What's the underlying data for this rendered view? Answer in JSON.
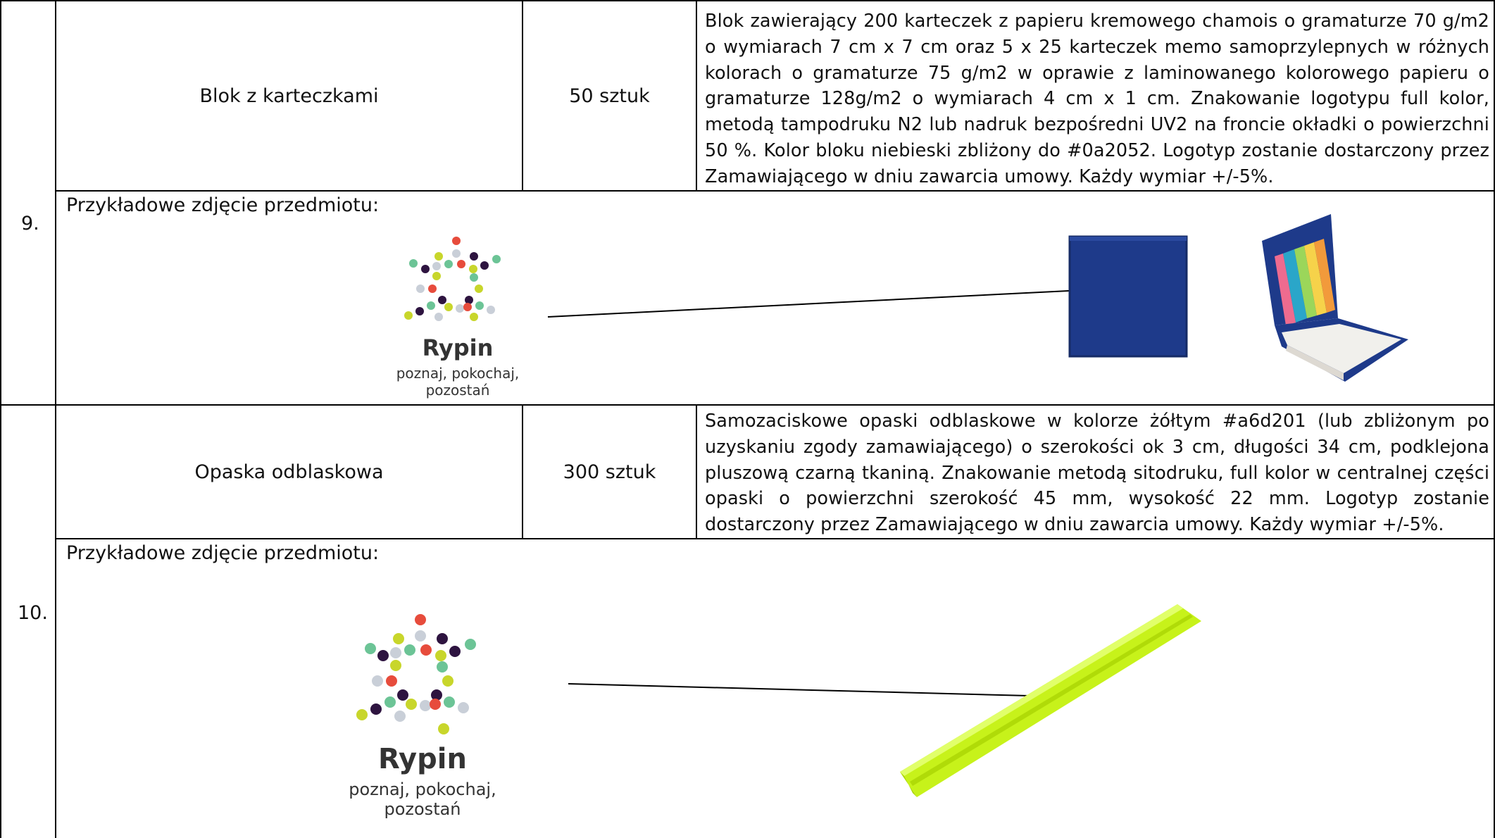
{
  "rows": [
    {
      "number": "9.",
      "name": "Blok z karteczkami",
      "quantity": "50 sztuk",
      "description": "Blok zawierający 200 karteczek z papieru kremowego chamois o gramaturze 70 g/m2 o wymiarach 7 cm x 7 cm oraz 5 x 25 karteczek memo samoprzylepnych w różnych kolorach o gramaturze 75 g/m2 w oprawie z laminowanego kolorowego papieru o gramaturze 128g/m2 o wymiarach 4 cm x 1 cm. Znakowanie logotypu full kolor, metodą tampodruku N2 lub nadruk bezpośredni UV2 na froncie okładki o powierzchni 50 %. Kolor bloku niebieski zbliżony do #0a2052. Logotyp zostanie dostarczony  przez Zamawiającego w dniu zawarcia umowy.  Każdy wymiar +/-5%.",
      "caption": "Przykładowe zdjęcie przedmiotu:",
      "image_desc": "blue notepad block with colored sticky notes"
    },
    {
      "number": "10.",
      "name": "Opaska odblaskowa",
      "quantity": "300 sztuk",
      "description": "Samozaciskowe opaski odblaskowe w kolorze żółtym #a6d201 (lub zbliżonym po uzyskaniu zgody zamawiającego) o szerokości ok 3 cm, długości 34 cm, podklejona pluszową czarną tkaniną. Znakowanie metodą sitodruku, full kolor w centralnej części opaski o powierzchni szerokość  45 mm, wysokość 22 mm. Logotyp zostanie dostarczony przez Zamawiającego w dniu zawarcia umowy.  Każdy wymiar +/-5%.",
      "caption": "Przykładowe zdjęcie przedmiotu:",
      "image_desc": "yellow reflective slap band"
    }
  ],
  "logo": {
    "name": "Rypin",
    "tagline": "poznaj, pokochaj, pozostań",
    "colors": [
      "#e74c3c",
      "#c8d62b",
      "#2e1440",
      "#6cc496",
      "#c9cfd8"
    ]
  },
  "colors": {
    "notepad_blue": "#1e3a8a",
    "band_yellow": "#c7f21a"
  }
}
